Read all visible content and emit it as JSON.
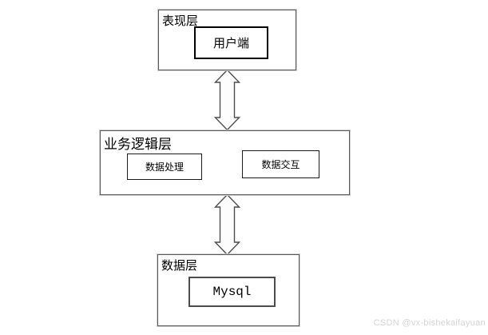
{
  "diagram": {
    "type": "layered-architecture",
    "layers": [
      {
        "id": "presentation",
        "label": "表现层",
        "children": [
          {
            "label": "用户端"
          }
        ]
      },
      {
        "id": "business-logic",
        "label": "业务逻辑层",
        "children": [
          {
            "label": "数据处理"
          },
          {
            "label": "数据交互"
          }
        ]
      },
      {
        "id": "data",
        "label": "数据层",
        "children": [
          {
            "label": "Mysql"
          }
        ]
      }
    ],
    "connectors": [
      {
        "from": "表现层",
        "to": "业务逻辑层",
        "style": "double-headed-arrow"
      },
      {
        "from": "业务逻辑层",
        "to": "数据层",
        "style": "double-headed-arrow"
      }
    ]
  },
  "watermark": {
    "text": "CSDN @vx-bishekaifayuan",
    "color": "#d4d4d4"
  },
  "colors": {
    "background": "#ffffff",
    "layer_border": "#595959",
    "layer_border_halo": "#cfcfcf",
    "node_border_dark": "#000000",
    "mysql_border": "#4d4d4d",
    "arrow_outline": "#4d4d4d",
    "arrow_fill": "#fdfdfd",
    "text": "#000000"
  }
}
